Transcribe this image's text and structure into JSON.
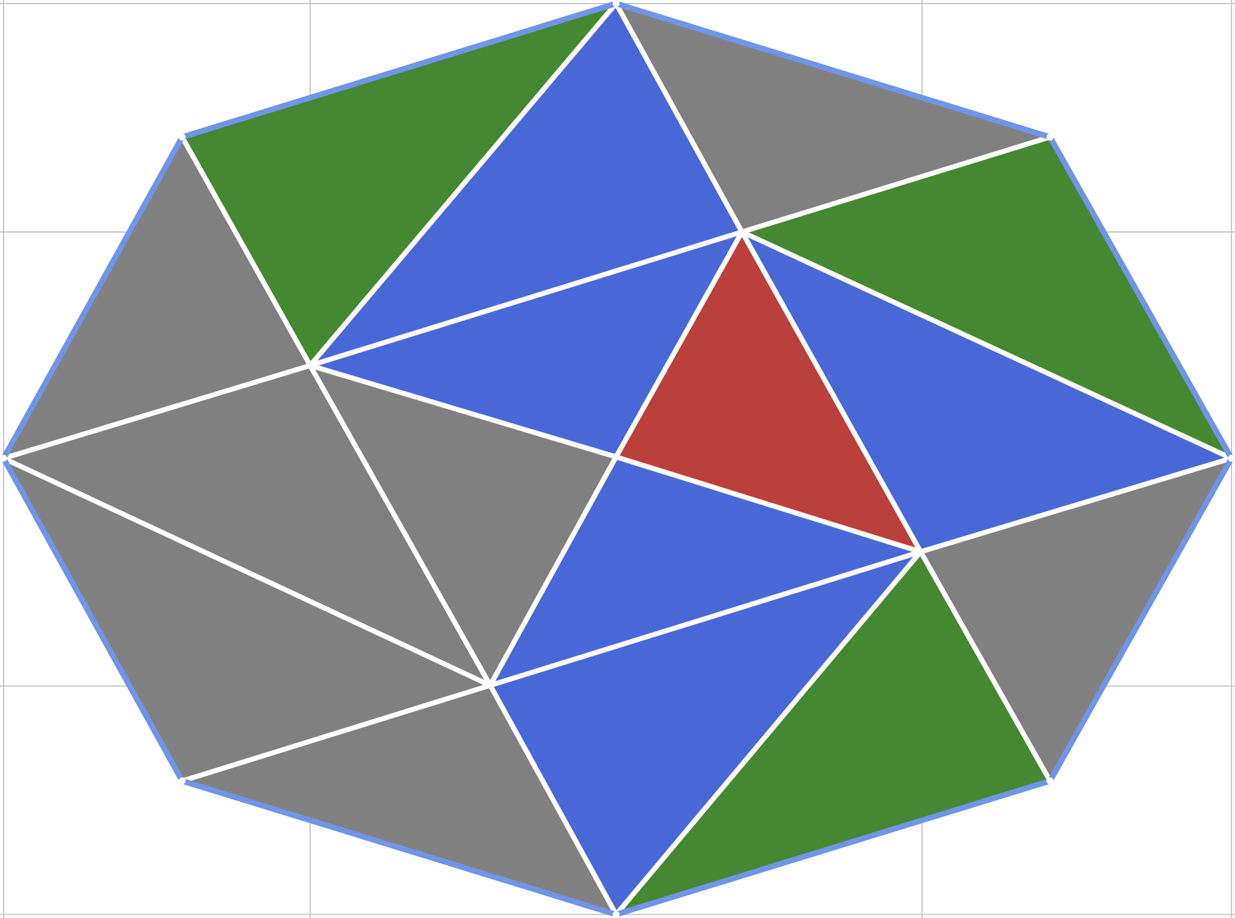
{
  "colors": {
    "background": "#ffffff",
    "grid": "#cccccc",
    "outline": "#7094e8",
    "edge": "#ffffff",
    "green": "#448832",
    "blue": "#4968d8",
    "gray": "#808080",
    "red": "#bb3f3b"
  },
  "diagram": {
    "grid": true,
    "outline_vertices": [
      "P0",
      "P1",
      "P2",
      "P3",
      "P4",
      "P5",
      "P6",
      "P7"
    ],
    "triangles": [
      {
        "vertices": [
          "P1",
          "P0",
          "I1"
        ],
        "fill": "green"
      },
      {
        "vertices": [
          "P0",
          "P7",
          "I2"
        ],
        "fill": "gray"
      },
      {
        "vertices": [
          "P7",
          "I1",
          "I2"
        ],
        "fill": "gray"
      },
      {
        "vertices": [
          "P6",
          "P5",
          "I4"
        ],
        "fill": "gray"
      },
      {
        "vertices": [
          "I4",
          "P5",
          "I3"
        ],
        "fill": "gray"
      },
      {
        "vertices": [
          "P5",
          "P4",
          "I3"
        ],
        "fill": "blue"
      },
      {
        "vertices": [
          "P1",
          "I1",
          "I5"
        ],
        "fill": "green"
      },
      {
        "vertices": [
          "I1",
          "P7",
          "P6"
        ],
        "fill": "gray"
      },
      {
        "vertices": [
          "I1",
          "I4",
          "P6"
        ],
        "fill": "gray"
      },
      {
        "vertices": [
          "P4",
          "I3",
          "I5"
        ],
        "fill": "green"
      },
      {
        "vertices": [
          "P4",
          "P3",
          "I5"
        ],
        "fill": "blue"
      },
      {
        "vertices": [
          "P3",
          "P2",
          "I5"
        ],
        "fill": "green"
      },
      {
        "vertices": [
          "I1",
          "I2",
          "I5"
        ],
        "fill": "blue"
      },
      {
        "vertices": [
          "I2",
          "I5",
          "P2"
        ],
        "fill": "blue"
      },
      {
        "vertices": [
          "P1",
          "P2",
          "I5"
        ],
        "fill": "green"
      },
      {
        "vertices": [
          "I5",
          "I3",
          "I4"
        ],
        "fill": "blue"
      },
      {
        "vertices": [
          "I1",
          "I5",
          "I4"
        ],
        "fill": "gray"
      },
      {
        "vertices": [
          "I5",
          "I2",
          "P2"
        ],
        "fill": "red"
      }
    ]
  }
}
